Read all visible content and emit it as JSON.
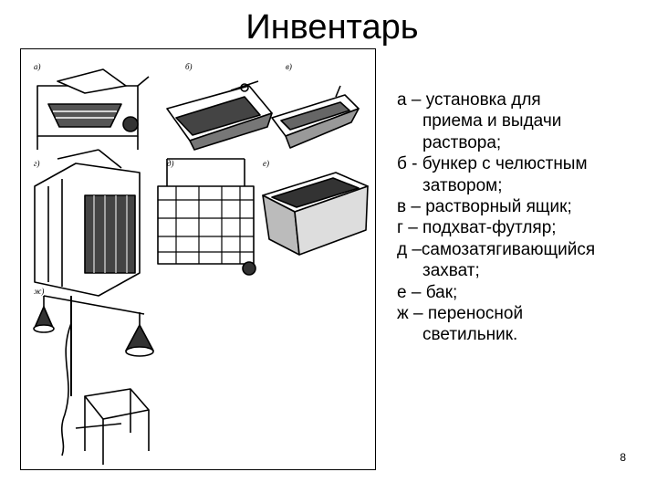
{
  "slide": {
    "title": "Инвентарь",
    "page_number": "8"
  },
  "figure": {
    "panel_letters": [
      "а)",
      "б)",
      "в)",
      "г)",
      "д)",
      "е)",
      "ж)"
    ]
  },
  "items": [
    {
      "line1": "а – установка для",
      "line2": "приема и выдачи",
      "line3": "раствора;"
    },
    {
      "line1": "б - бункер с челюстным",
      "line2": "затвором;"
    },
    {
      "line1": "в – растворный ящик;"
    },
    {
      "line1": "г – подхват-футляр;"
    },
    {
      "line1": "д –самозатягивающийся",
      "line2": "захват;"
    },
    {
      "line1": "е – бак;"
    },
    {
      "line1": "ж – переносной",
      "line2": "светильник."
    }
  ]
}
